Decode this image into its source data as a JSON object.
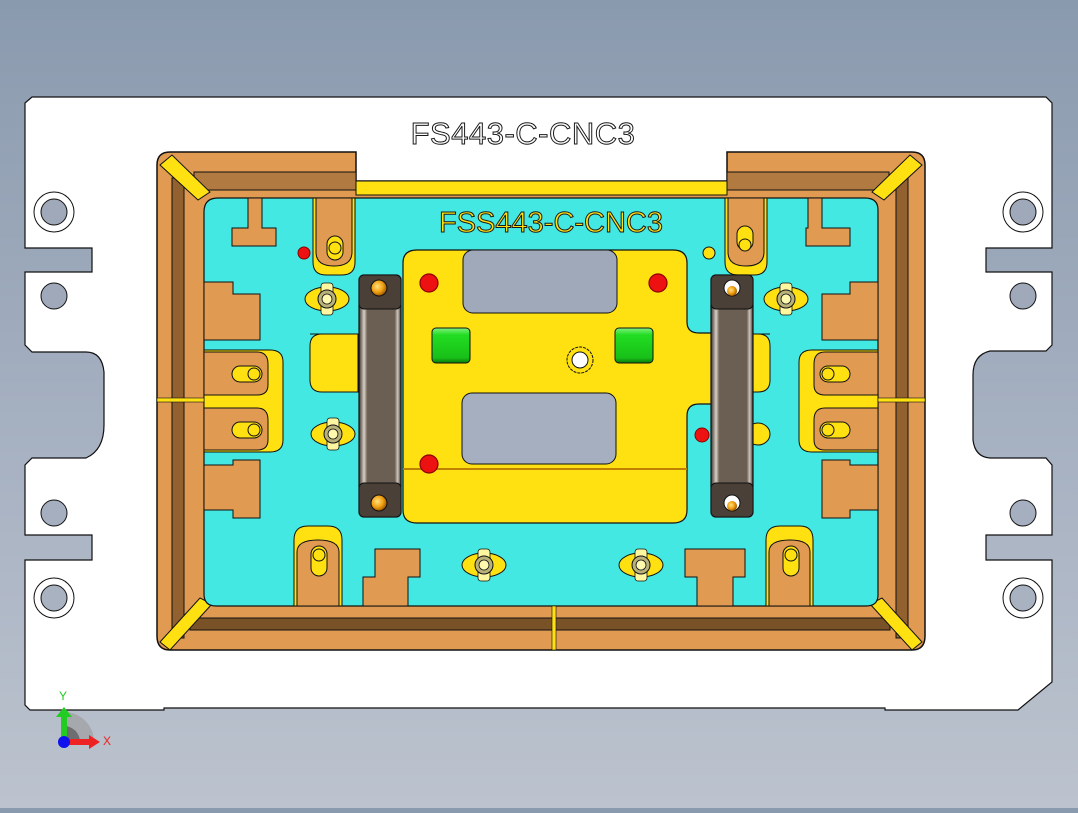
{
  "viewport": {
    "background_top": "#8a9aae",
    "background_bottom": "#bcc3ce"
  },
  "part": {
    "base_plate_label": "FS443-C-CNC3",
    "fixture_plate_label": "FSS443-C-CNC3"
  },
  "colors": {
    "base_plate": "#ffffff",
    "outline": "#111111",
    "cyan_plate": "#44e8e2",
    "copper": "#e09a52",
    "copper_dark": "#b07a40",
    "copper_darker": "#7a5228",
    "yellow": "#ffe010",
    "pocket_gray": "#a0aabb",
    "clamp_dark": "#6b5e52",
    "green_pad": "#22dd22",
    "red_pin": "#ee1111"
  },
  "triad": {
    "x_label": "X",
    "y_label": "Y",
    "x_color": "#ee2222",
    "y_color": "#22cc22",
    "origin_color": "#1111ee"
  }
}
